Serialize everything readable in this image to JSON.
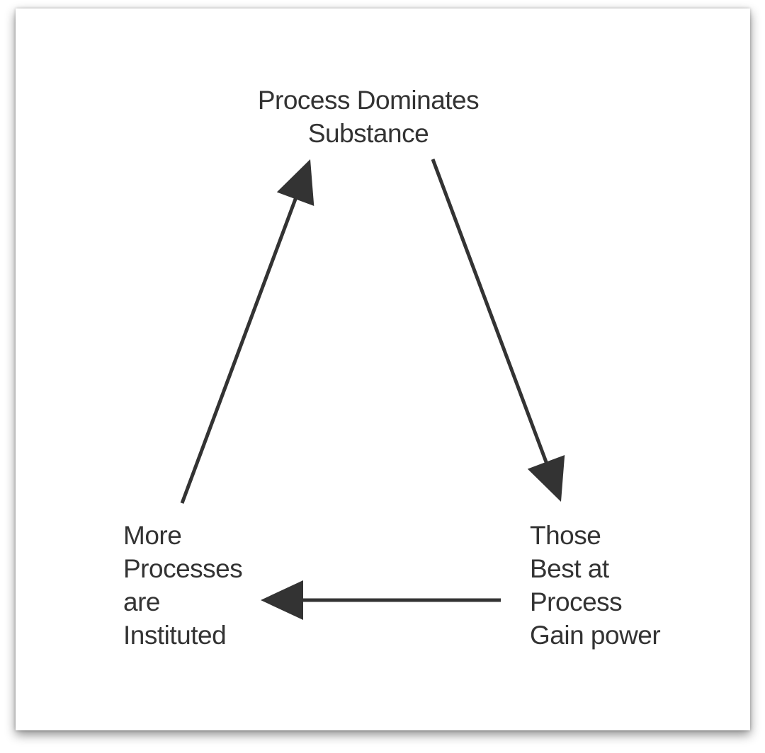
{
  "diagram": {
    "nodes": {
      "top": {
        "lines": [
          "Process Dominates",
          "Substance"
        ]
      },
      "right": {
        "lines": [
          "Those",
          "Best at",
          "Process",
          "Gain power"
        ]
      },
      "left": {
        "lines": [
          "More",
          "Processes",
          "are",
          "Instituted"
        ]
      }
    },
    "edges": [
      {
        "from": "top",
        "to": "right"
      },
      {
        "from": "right",
        "to": "left"
      },
      {
        "from": "left",
        "to": "top"
      }
    ],
    "colors": {
      "stroke": "#333333",
      "text": "#333333",
      "background": "#ffffff"
    }
  }
}
